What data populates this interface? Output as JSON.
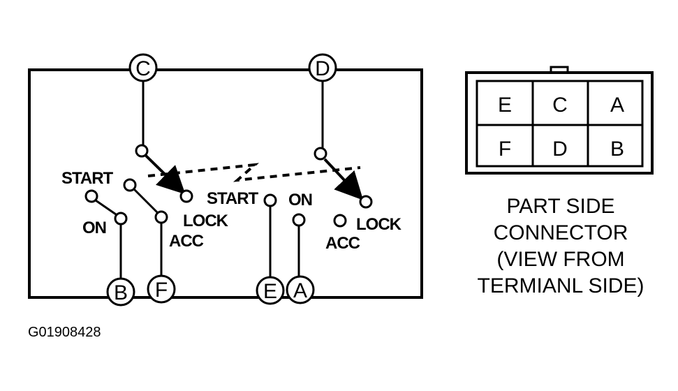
{
  "switch": {
    "terminals": {
      "c": "C",
      "d": "D",
      "b": "B",
      "f": "F",
      "e": "E",
      "a": "A"
    },
    "left_deck": {
      "start": "START",
      "on": "ON",
      "acc": "ACC",
      "lock": "LOCK"
    },
    "right_deck": {
      "start": "START",
      "on": "ON",
      "acc": "ACC",
      "lock": "LOCK"
    }
  },
  "connector": {
    "cells": [
      [
        "E",
        "C",
        "A"
      ],
      [
        "F",
        "D",
        "B"
      ]
    ],
    "caption": [
      "PART SIDE",
      "CONNECTOR",
      "(VIEW FROM",
      "TERMIANL SIDE)"
    ]
  },
  "figure_id": "G01908428"
}
